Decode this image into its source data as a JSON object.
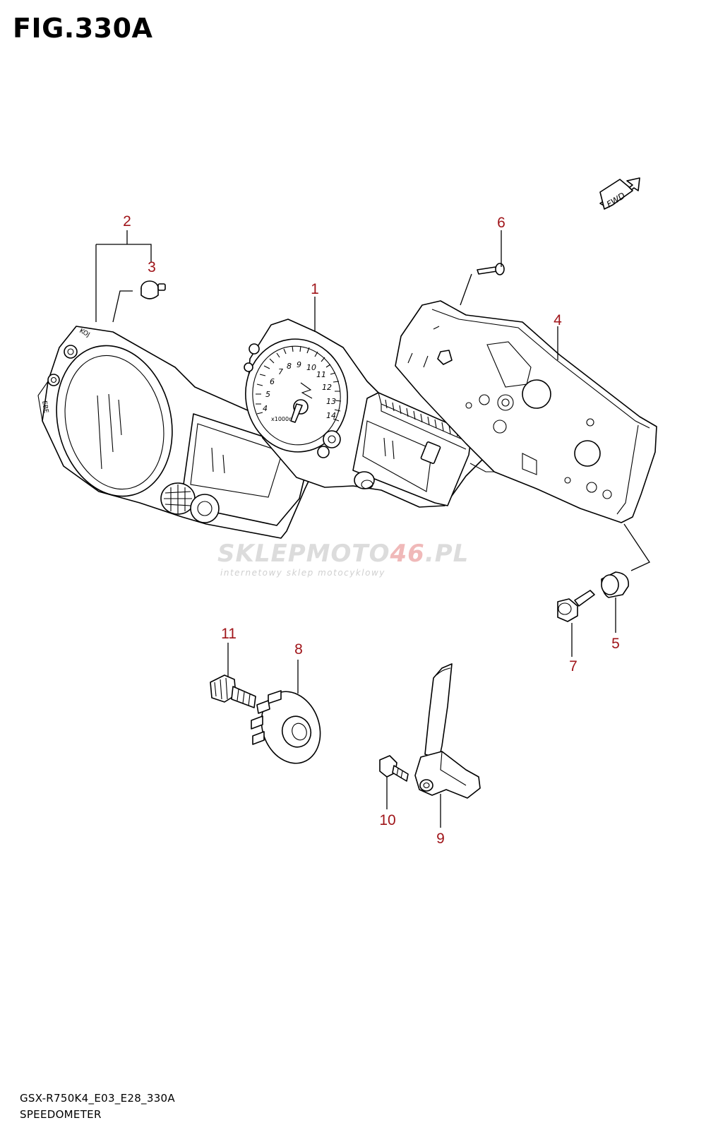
{
  "figure": {
    "title": "FIG.330A"
  },
  "callouts": [
    "1",
    "2",
    "3",
    "4",
    "5",
    "6",
    "7",
    "8",
    "9",
    "10",
    "11"
  ],
  "fwd_label": "FWD",
  "dial": {
    "numbers": [
      "4",
      "5",
      "6",
      "7",
      "8",
      "9",
      "10",
      "11",
      "12",
      "13",
      "14"
    ],
    "unit": "x1000r"
  },
  "footer": {
    "model_code": "GSX-R750K4_E03_E28_330A",
    "section_name": "SPEEDOMETER"
  },
  "watermark": {
    "brand_left": "SKLEPMOTO",
    "brand_accent": "46",
    "brand_right": ".PL",
    "tagline": "internetowy sklep motocyklowy"
  },
  "colors": {
    "callout": "#a0151a",
    "line": "#000000",
    "watermark": "#dcdcdc"
  }
}
